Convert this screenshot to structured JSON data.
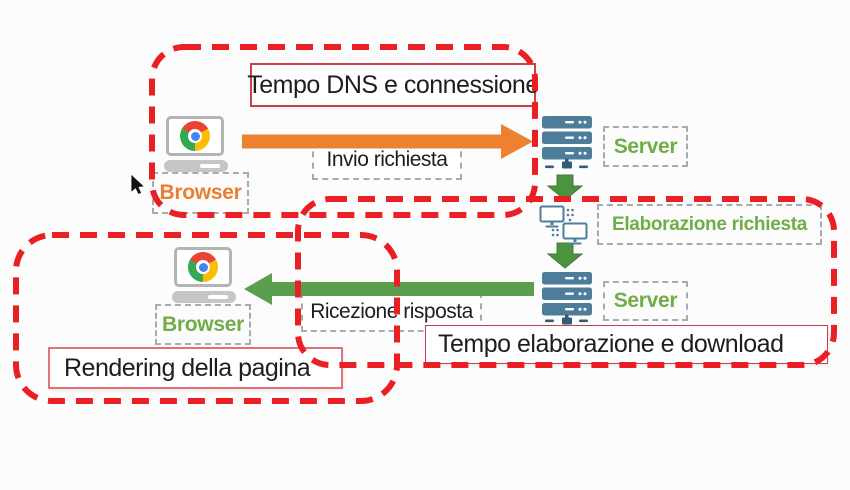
{
  "regions": {
    "dns_time": {
      "label": "Tempo DNS e connessione"
    },
    "processing_download_time": {
      "label": "Tempo elaborazione e download"
    },
    "rendering": {
      "label": "Rendering della pagina"
    }
  },
  "arrows": {
    "invio_label": "Invio richiesta",
    "ricezione_label": "Ricezione risposta"
  },
  "nodes": {
    "browser_top_label": "Browser",
    "browser_bottom_label": "Browser",
    "server_top_label": "Server",
    "server_bottom_label": "Server",
    "elaborazione_label": "Elaborazione richiesta"
  },
  "icons": {
    "browser_top": "chrome-computer-icon",
    "browser_bottom": "chrome-computer-icon",
    "server_top": "server-stack-icon",
    "server_bottom": "server-stack-icon",
    "elaborazione": "networked-computers-icon",
    "request": "right-arrow-icon",
    "response": "left-arrow-icon",
    "flow_down": "down-arrow-icon",
    "pointer": "mouse-cursor"
  },
  "colors": {
    "region_red": "#ea1f24",
    "box_red": "#c4424a",
    "rendering_red": "#e0737a",
    "gray_border": "#a8abae",
    "orange_arrow": "#ee8130",
    "orange_text": "#ed7d31",
    "green_arrow": "#5b9e4d",
    "green_arrow_dark": "#4c9340",
    "green_text": "#70ad47",
    "server_blue": "#4e7d99",
    "server_dark": "#335c77",
    "monitor_gray": "#b4b4b4",
    "base_gray": "#c6c6c6",
    "text_black": "#1e1e1e",
    "chrome_red": "#ea4335",
    "chrome_yellow": "#fbbc05",
    "chrome_green": "#34a853",
    "chrome_blue": "#4285f4"
  }
}
